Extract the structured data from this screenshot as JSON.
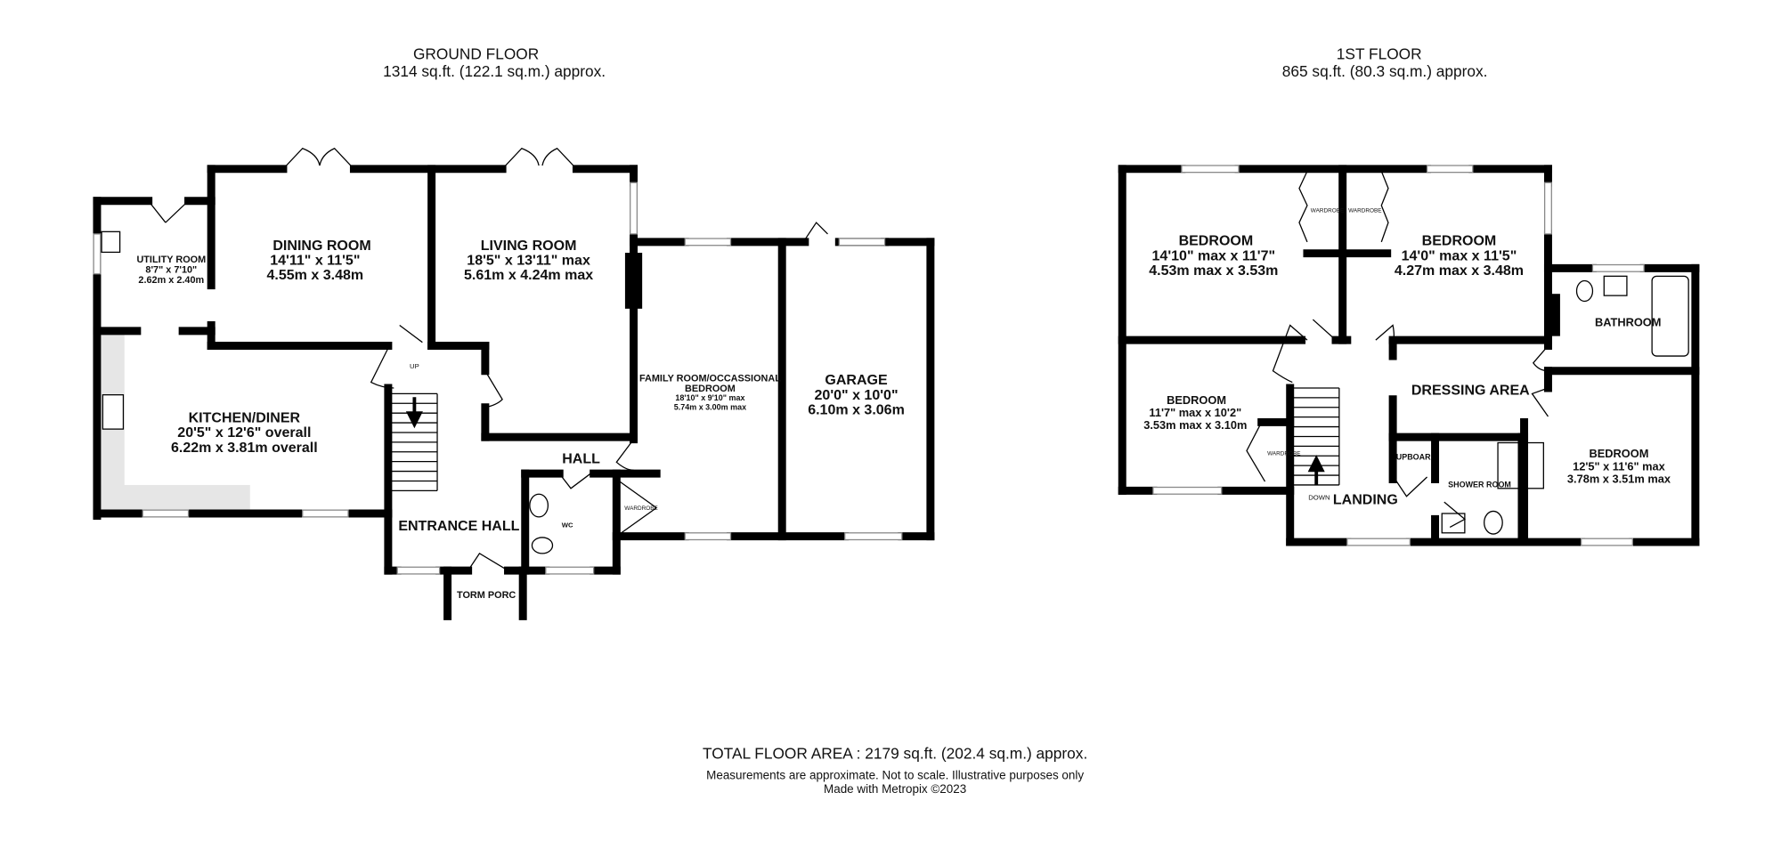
{
  "ground_floor": {
    "title": "GROUND FLOOR",
    "area": "1314 sq.ft. (122.1 sq.m.) approx.",
    "rooms": {
      "utility": {
        "name": "UTILITY ROOM",
        "imperial": "8'7\"  x 7'10\"",
        "metric": "2.62m  x 2.40m"
      },
      "dining": {
        "name": "DINING ROOM",
        "imperial": "14'11\"  x 11'5\"",
        "metric": "4.55m  x 3.48m"
      },
      "living": {
        "name": "LIVING ROOM",
        "imperial": "18'5\"  x 13'11\" max",
        "metric": "5.61m  x 4.24m max"
      },
      "kitchen": {
        "name": "KITCHEN/DINER",
        "imperial": "20'5\"  x 12'6\" overall",
        "metric": "6.22m  x 3.81m overall"
      },
      "family": {
        "name": "FAMILY ROOM/OCCASSIONAL",
        "name2": "BEDROOM",
        "imperial": "18'10\"  x 9'10\" max",
        "metric": "5.74m  x 3.00m max"
      },
      "garage": {
        "name": "GARAGE",
        "imperial": "20'0\"  x 10'0\"",
        "metric": "6.10m  x 3.06m"
      },
      "hall": {
        "name": "HALL"
      },
      "entrance_hall": {
        "name": "ENTRANCE HALL"
      },
      "wc": {
        "name": "WC"
      },
      "porch": {
        "name": "TORM PORC"
      },
      "wardrobe": {
        "name": "WARDROBE"
      },
      "stairs": {
        "label": "UP"
      }
    }
  },
  "first_floor": {
    "title": "1ST FLOOR",
    "area": "865 sq.ft. (80.3 sq.m.) approx.",
    "rooms": {
      "bed1": {
        "name": "BEDROOM",
        "imperial": "14'10\" max x 11'7\"",
        "metric": "4.53m max x 3.53m"
      },
      "bed2": {
        "name": "BEDROOM",
        "imperial": "14'0\" max x 11'5\"",
        "metric": "4.27m max x 3.48m"
      },
      "bed3": {
        "name": "BEDROOM",
        "imperial": "11'7\" max x 10'2\"",
        "metric": "3.53m max x 3.10m"
      },
      "bed4": {
        "name": "BEDROOM",
        "imperial": "12'5\"  x 11'6\" max",
        "metric": "3.78m  x 3.51m max"
      },
      "bathroom": {
        "name": "BATHROOM"
      },
      "dressing": {
        "name": "DRESSING AREA"
      },
      "landing": {
        "name": "LANDING"
      },
      "shower": {
        "name": "SHOWER ROOM"
      },
      "cupboard": {
        "name": "UPBOAR"
      },
      "wardrobe1": {
        "name": "WARDROBE"
      },
      "wardrobe2": {
        "name": "WARDROBE"
      },
      "wardrobe3": {
        "name": "WARDROBE"
      },
      "stairs": {
        "label": "DOWN"
      }
    }
  },
  "footer": {
    "total": "TOTAL FLOOR AREA : 2179 sq.ft. (202.4 sq.m.) approx.",
    "disclaimer": "Measurements are approximate.  Not to scale.  Illustrative purposes only",
    "credit": "Made with Metropix ©2023"
  },
  "colors": {
    "wall": "#000000",
    "counter": "#e6e6e6"
  }
}
